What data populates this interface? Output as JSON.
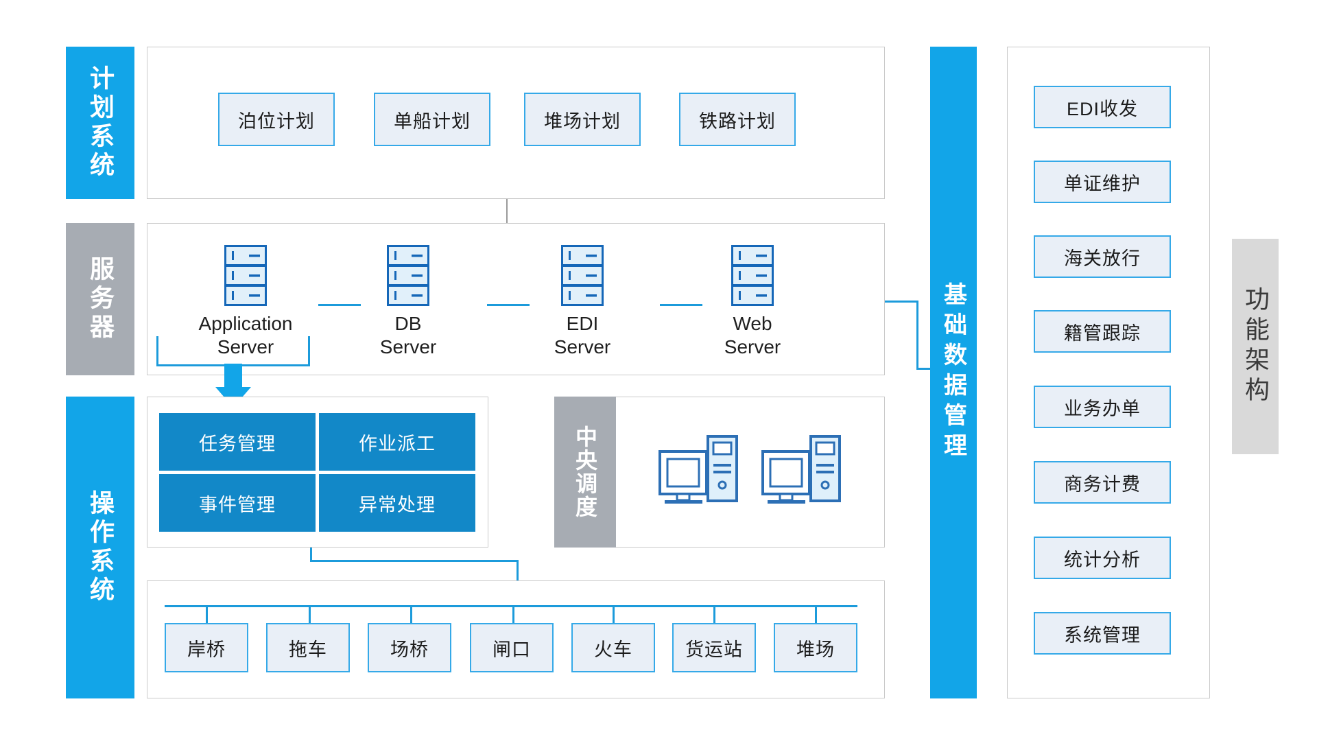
{
  "diagram": {
    "title_right": "功能架构",
    "bands": {
      "planning": "计划系统",
      "server": "服务器",
      "operation": "操作系统",
      "basic_data": "基础数据管理",
      "central_dispatch": "中央调度"
    },
    "planning_items": [
      {
        "label": "泊位计划"
      },
      {
        "label": "单船计划"
      },
      {
        "label": "堆场计划"
      },
      {
        "label": "铁路计划"
      }
    ],
    "servers": [
      {
        "line1": "Application",
        "line2": "Server",
        "icon": "server-rack-icon"
      },
      {
        "line1": "DB",
        "line2": "Server",
        "icon": "server-rack-icon"
      },
      {
        "line1": "EDI",
        "line2": "Server",
        "icon": "server-rack-icon"
      },
      {
        "line1": "Web",
        "line2": "Server",
        "icon": "server-rack-icon"
      }
    ],
    "operation_modules": [
      {
        "label": "任务管理"
      },
      {
        "label": "作业派工"
      },
      {
        "label": "事件管理"
      },
      {
        "label": "异常处理"
      }
    ],
    "dispatch_icons": [
      {
        "icon": "desktop-computer-icon"
      },
      {
        "icon": "desktop-computer-icon"
      }
    ],
    "equipment_items": [
      {
        "label": "岸桥"
      },
      {
        "label": "拖车"
      },
      {
        "label": "场桥"
      },
      {
        "label": "闸口"
      },
      {
        "label": "火车"
      },
      {
        "label": "货运站"
      },
      {
        "label": "堆场"
      }
    ],
    "function_items": [
      {
        "label": "EDI收发"
      },
      {
        "label": "单证维护"
      },
      {
        "label": "海关放行"
      },
      {
        "label": "籍管跟踪"
      },
      {
        "label": "业务办单"
      },
      {
        "label": "商务计费"
      },
      {
        "label": "统计分析"
      },
      {
        "label": "系统管理"
      }
    ],
    "colors": {
      "accent_blue": "#12A5E8",
      "solid_blue": "#1288C8",
      "box_border": "#35A9E8",
      "box_fill": "#E9EFF7",
      "band_gray": "#A7ACB3",
      "band_light_gray": "#D9D9D9",
      "panel_border": "#C9C9C9",
      "connector": "#1C9BDB"
    }
  }
}
